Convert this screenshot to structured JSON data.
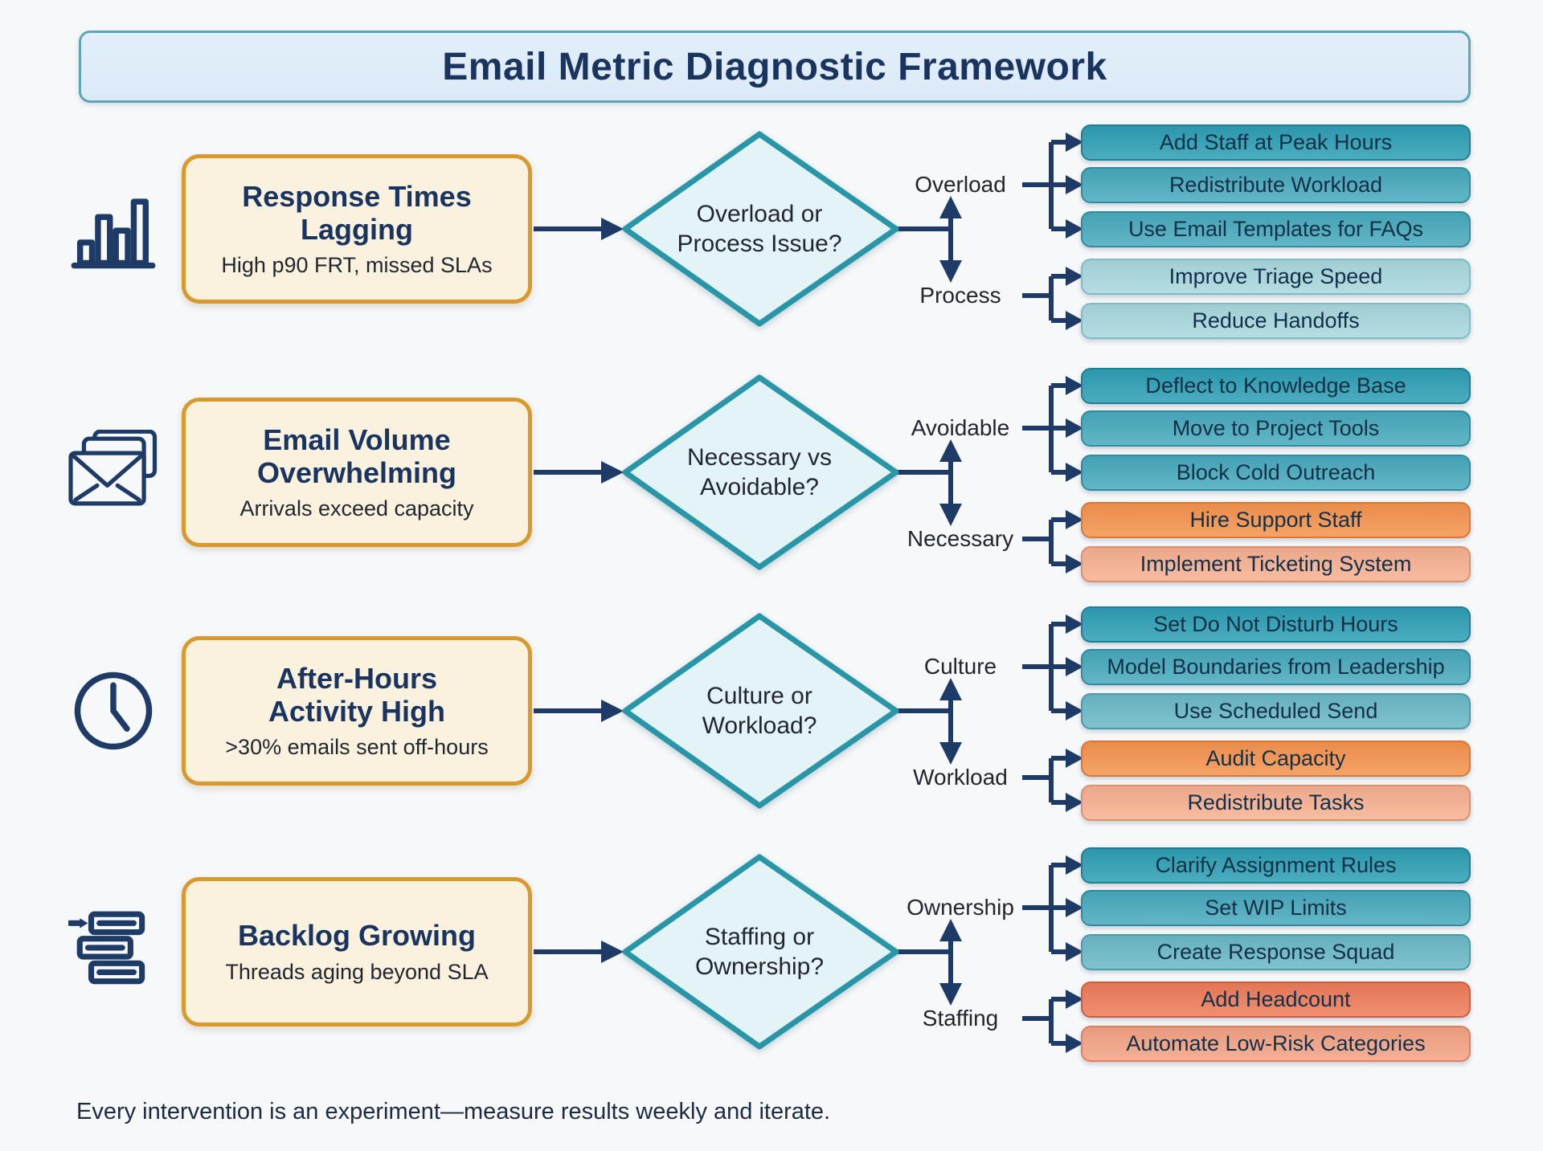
{
  "title": "Email Metric Diagnostic Framework",
  "footer": "Every intervention is an experiment—measure results weekly and iterate.",
  "colors": {
    "background": "#F6F8FA",
    "line_navy": "#1E3A67",
    "diamond_border": "#2996A8",
    "diamond_fill": "#E4F4F6",
    "problem_border": "#D8992E",
    "problem_fill": "#FAF2DF",
    "title_navy": "#1A3460",
    "banner_fill": "#DCEAF8",
    "banner_border": "#5BA7B7",
    "text_dark": "#22262E",
    "bar_text": "#123049"
  },
  "palette": {
    "teal_dark": {
      "bg": "#2E9FB4",
      "border": "#1E7E92"
    },
    "teal_mid": {
      "bg": "#48AABD",
      "border": "#2E8BA0"
    },
    "teal_soft": {
      "bg": "#6BB9C7",
      "border": "#4A9AAB"
    },
    "teal_light": {
      "bg": "#A9D8DE",
      "border": "#7FBCC6"
    },
    "orange": {
      "bg": "#F5944F",
      "border": "#D97733"
    },
    "salmon": {
      "bg": "#F8B192",
      "border": "#DE8E69"
    },
    "salmon_deep": {
      "bg": "#F4A384",
      "border": "#DB815E"
    },
    "coral": {
      "bg": "#EF7C5B",
      "border": "#D15C3B"
    }
  },
  "rows": [
    {
      "icon": "bar-chart",
      "problem": {
        "title": "Response Times Lagging",
        "subtitle": "High p90 FRT, missed SLAs"
      },
      "decision": [
        "Overload or",
        "Process Issue?"
      ],
      "branches": [
        {
          "label": "Overload",
          "actions": [
            {
              "label": "Add Staff at Peak Hours",
              "tone": "teal_dark"
            },
            {
              "label": "Redistribute Workload",
              "tone": "teal_mid"
            },
            {
              "label": "Use Email Templates for FAQs",
              "tone": "teal_mid"
            }
          ]
        },
        {
          "label": "Process",
          "actions": [
            {
              "label": "Improve Triage Speed",
              "tone": "teal_light"
            },
            {
              "label": "Reduce Handoffs",
              "tone": "teal_light"
            }
          ]
        }
      ]
    },
    {
      "icon": "envelopes",
      "problem": {
        "title": "Email Volume Overwhelming",
        "subtitle": "Arrivals exceed capacity"
      },
      "decision": [
        "Necessary vs",
        "Avoidable?"
      ],
      "branches": [
        {
          "label": "Avoidable",
          "actions": [
            {
              "label": "Deflect to Knowledge Base",
              "tone": "teal_dark"
            },
            {
              "label": "Move to Project Tools",
              "tone": "teal_mid"
            },
            {
              "label": "Block Cold Outreach",
              "tone": "teal_mid"
            }
          ]
        },
        {
          "label": "Necessary",
          "actions": [
            {
              "label": "Hire Support Staff",
              "tone": "orange"
            },
            {
              "label": "Implement Ticketing System",
              "tone": "salmon"
            }
          ]
        }
      ]
    },
    {
      "icon": "clock",
      "problem": {
        "title": "After-Hours Activity High",
        "subtitle": ">30% emails sent off-hours"
      },
      "decision": [
        "Culture or",
        "Workload?"
      ],
      "branches": [
        {
          "label": "Culture",
          "actions": [
            {
              "label": "Set Do Not Disturb Hours",
              "tone": "teal_dark"
            },
            {
              "label": "Model Boundaries from Leadership",
              "tone": "teal_mid"
            },
            {
              "label": "Use Scheduled Send",
              "tone": "teal_soft"
            }
          ]
        },
        {
          "label": "Workload",
          "actions": [
            {
              "label": "Audit Capacity",
              "tone": "orange"
            },
            {
              "label": "Redistribute Tasks",
              "tone": "salmon"
            }
          ]
        }
      ]
    },
    {
      "icon": "backlog",
      "problem": {
        "title": "Backlog Growing",
        "subtitle": "Threads aging beyond SLA"
      },
      "decision": [
        "Staffing or",
        "Ownership?"
      ],
      "branches": [
        {
          "label": "Ownership",
          "actions": [
            {
              "label": "Clarify Assignment Rules",
              "tone": "teal_dark"
            },
            {
              "label": "Set WIP Limits",
              "tone": "teal_mid"
            },
            {
              "label": "Create Response Squad",
              "tone": "teal_soft"
            }
          ]
        },
        {
          "label": "Staffing",
          "actions": [
            {
              "label": "Add Headcount",
              "tone": "coral"
            },
            {
              "label": "Automate Low-Risk Categories",
              "tone": "salmon_deep"
            }
          ]
        }
      ]
    }
  ]
}
